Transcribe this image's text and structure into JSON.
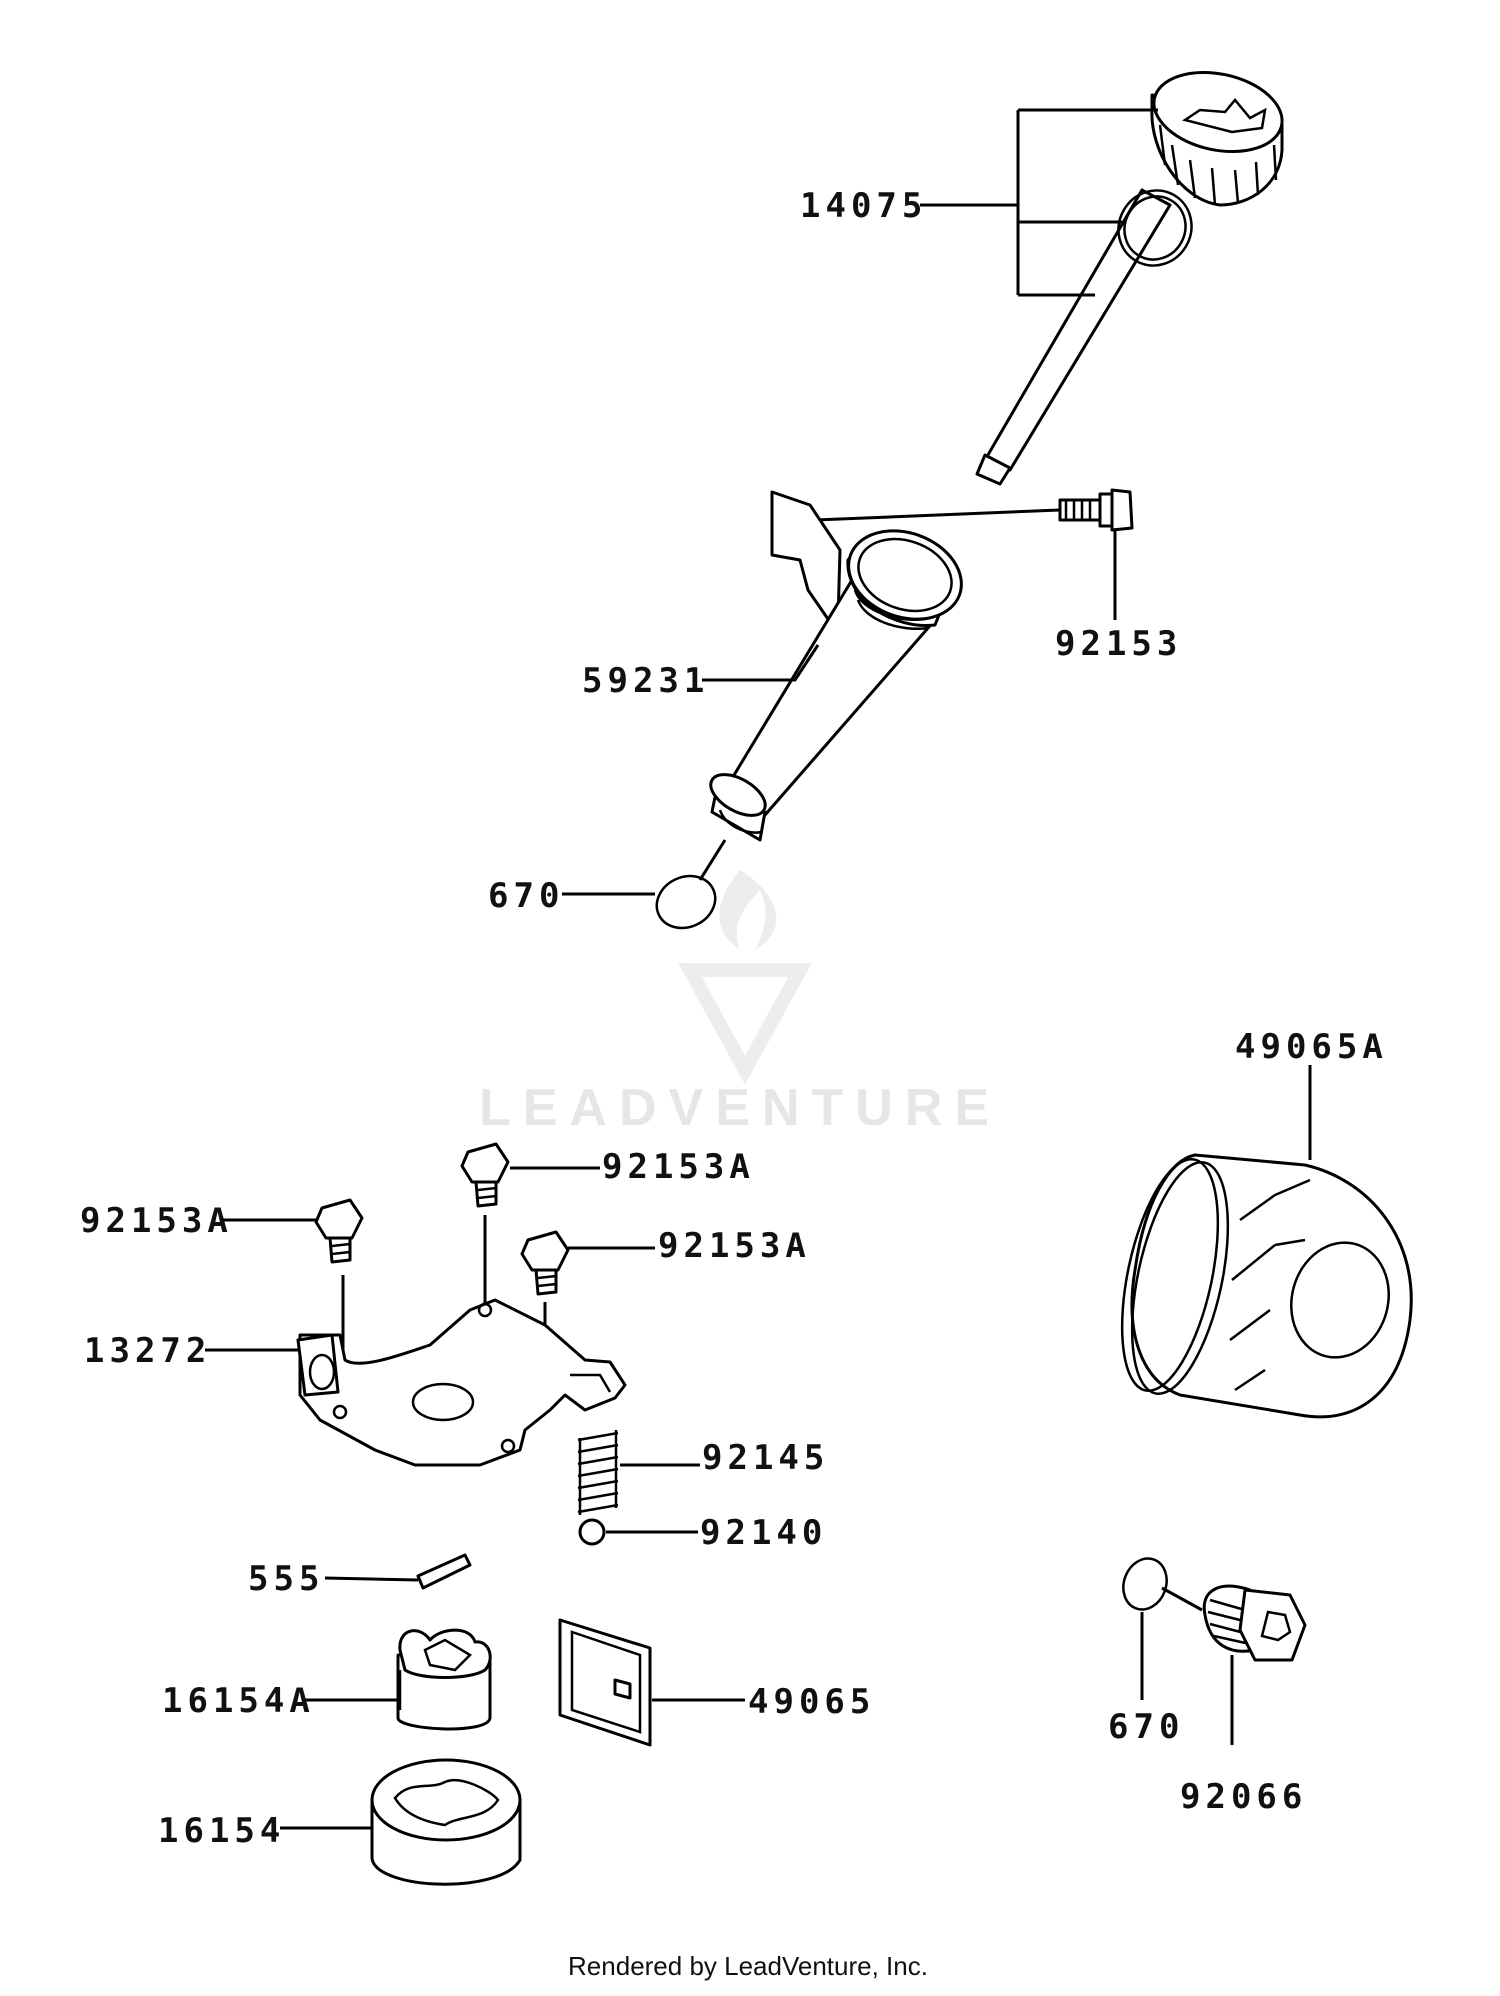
{
  "watermark": {
    "text": "LEADVENTURE"
  },
  "footer": {
    "text": "Rendered by LeadVenture, Inc."
  },
  "parts": {
    "p14075": "14075",
    "p92153": "92153",
    "p59231": "59231",
    "p670_upper": "670",
    "p49065A": "49065A",
    "p92153A_left": "92153A",
    "p92153A_top": "92153A",
    "p92153A_right": "92153A",
    "p13272": "13272",
    "p92145": "92145",
    "p92140": "92140",
    "p555": "555",
    "p16154A": "16154A",
    "p49065": "49065",
    "p16154": "16154",
    "p670_lower": "670",
    "p92066": "92066"
  }
}
